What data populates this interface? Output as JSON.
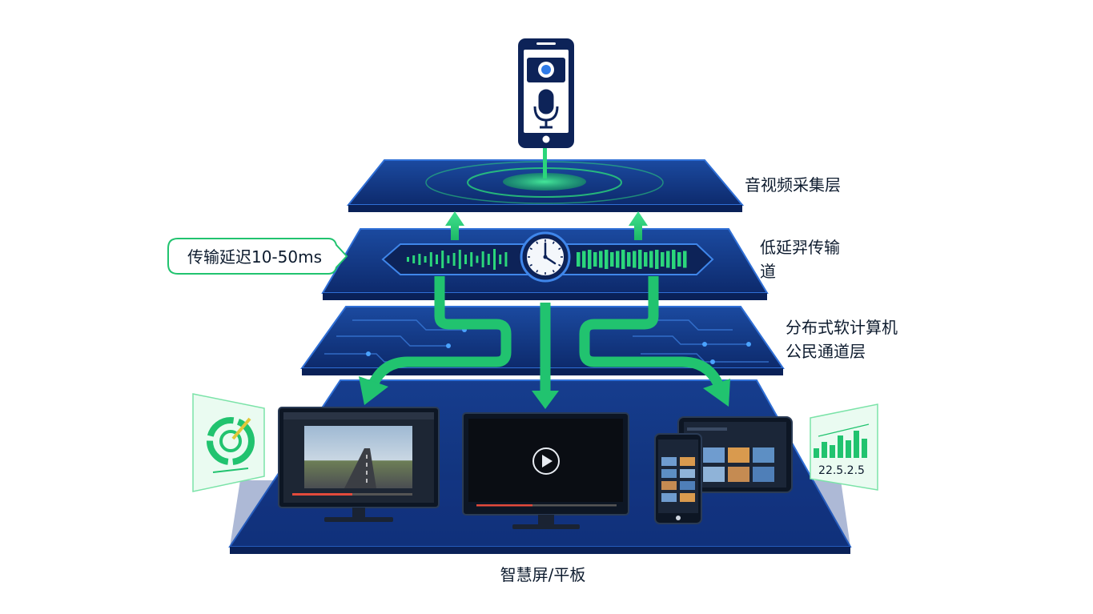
{
  "layers": {
    "capture": {
      "label": "音视频采集层"
    },
    "channel": {
      "label_line1": "低延羿传输",
      "label_line2": "道"
    },
    "compute": {
      "label_line1": "分布式软计算机",
      "label_line2": "公民通道层"
    },
    "devices": {
      "label": "智慧屏/平板"
    }
  },
  "latency_callout": {
    "text": "传输延迟10-50ms"
  },
  "stats_panel": {
    "value_text": "22.5.2.5"
  },
  "colors": {
    "navy": "#0d2358",
    "panel_blue": "#153c8a",
    "edge_blue": "#2f6fd6",
    "green": "#2bd67b",
    "green_dark": "#1aa860"
  },
  "icons": {
    "phone": "smartphone-icon",
    "camera": "camera-icon",
    "microphone": "microphone-icon",
    "clock": "clock-icon",
    "play": "play-icon",
    "gauge": "gauge-icon",
    "bars": "bar-chart-icon"
  }
}
